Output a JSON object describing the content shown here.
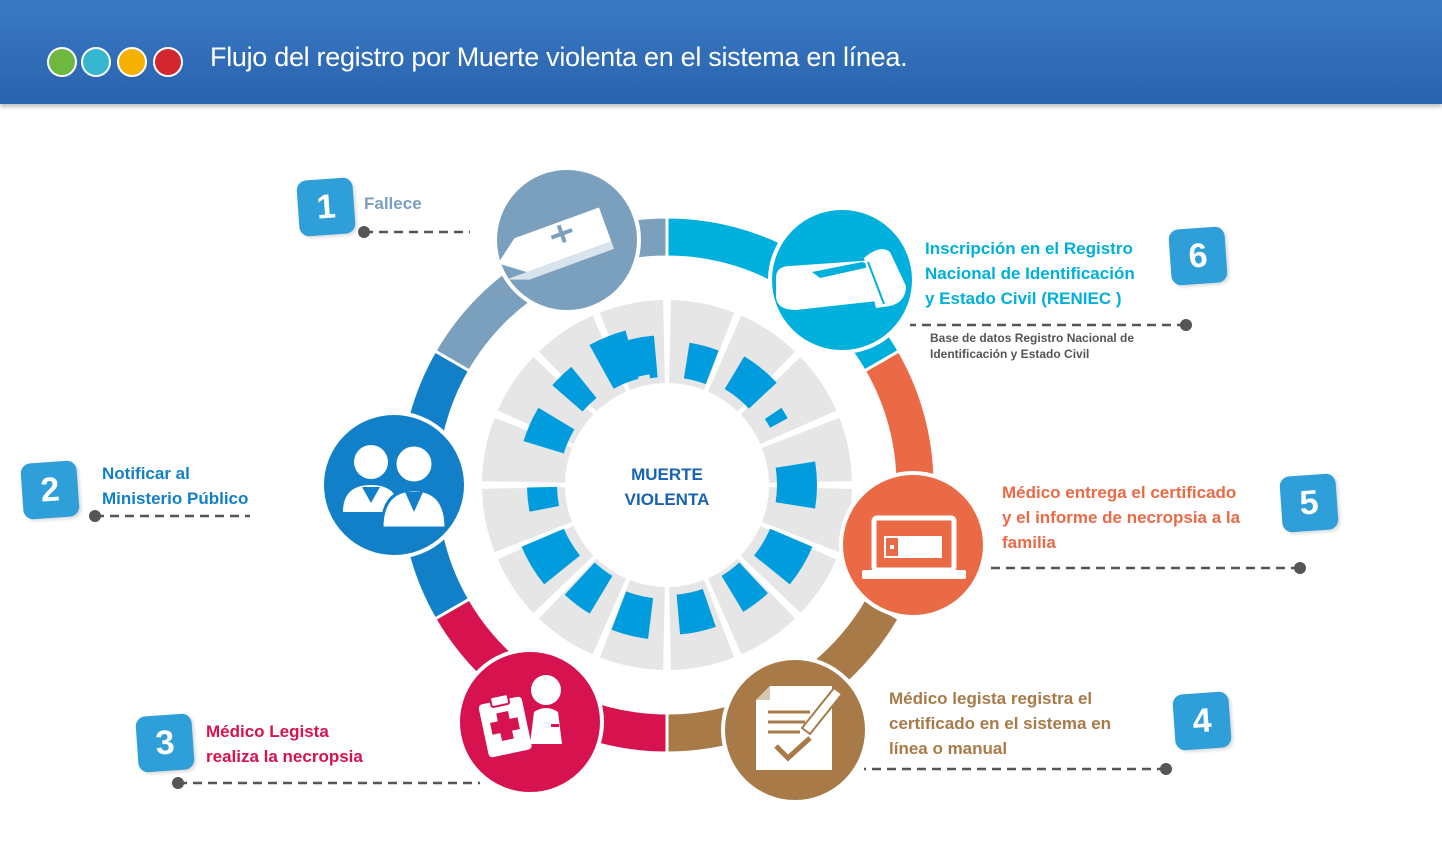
{
  "header": {
    "title": "Flujo del registro por Muerte violenta en el sistema en línea.",
    "icons": [
      {
        "name": "basket-icon",
        "color": "#6fb840"
      },
      {
        "name": "document-icon",
        "color": "#36b6cf"
      },
      {
        "name": "bandage-icon",
        "color": "#f5b000"
      },
      {
        "name": "footprints-icon",
        "color": "#d4262e"
      }
    ]
  },
  "center": {
    "line1": "MUERTE",
    "line2": "VIOLENTA"
  },
  "steps": [
    {
      "number": "1",
      "lines": [
        "Fallece"
      ],
      "color": "#7aa0be",
      "icon": "coffin-icon"
    },
    {
      "number": "2",
      "lines": [
        "Notificar al",
        "Ministerio Público"
      ],
      "color": "#1280c8",
      "icon": "officials-icon"
    },
    {
      "number": "3",
      "lines": [
        "Médico Legista",
        "realiza la necropsia"
      ],
      "color": "#d6124f",
      "icon": "medical-examiner-icon"
    },
    {
      "number": "4",
      "lines": [
        "Médico legista registra el",
        "certificado en el sistema en",
        "línea o manual"
      ],
      "color": "#a87a48",
      "icon": "checklist-icon"
    },
    {
      "number": "5",
      "lines": [
        "Médico entrega el certificado",
        "y el informe de necropsia a la",
        "familia"
      ],
      "color": "#ea6a46",
      "icon": "laptop-icon"
    },
    {
      "number": "6",
      "lines": [
        "Inscripción en el Registro",
        "Nacional de Identificación",
        "y Estado Civil (RENIEC )"
      ],
      "color": "#00b0dc",
      "icon": "id-card-hand-icon",
      "note": [
        "Base de datos Registro Nacional de",
        "Identificación y Estado Civil"
      ]
    }
  ],
  "colors": {
    "badge": "#2f9fda",
    "connector": "#555555",
    "blocks": "#009cde",
    "blocks_bg": "#e6e6e6"
  }
}
